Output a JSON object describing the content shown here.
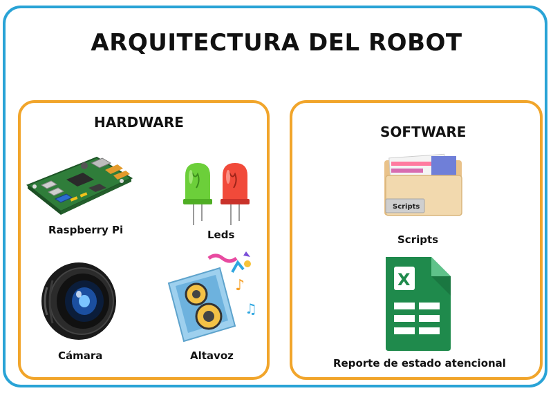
{
  "title": "ARQUITECTURA DEL ROBOT",
  "hardware": {
    "title": "HARDWARE",
    "items": [
      {
        "label": "Raspberry Pi",
        "icon": "raspberry-pi-board-icon"
      },
      {
        "label": "Leds",
        "icon": "leds-icon"
      },
      {
        "label": "Cámara",
        "icon": "camera-lens-icon"
      },
      {
        "label": "Altavoz",
        "icon": "speaker-icon"
      }
    ]
  },
  "software": {
    "title": "SOFTWARE",
    "items": [
      {
        "label": "Scripts",
        "icon": "scripts-folder-icon",
        "folder_tag": "Scripts"
      },
      {
        "label": "Reporte de estado atencional",
        "icon": "excel-sheet-icon",
        "sheet_letter": "X"
      }
    ]
  },
  "colors": {
    "outer_border": "#29a3d6",
    "panel_border": "#f1a52b",
    "excel_green": "#1f8a4c"
  }
}
